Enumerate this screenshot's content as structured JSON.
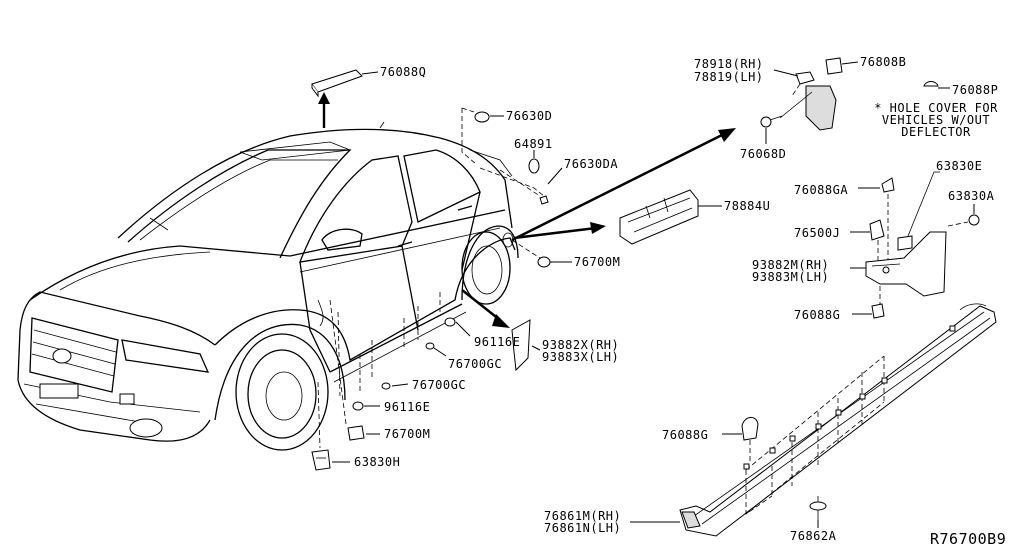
{
  "diagram_id": "R76700B9",
  "note": {
    "lines": [
      "* HOLE COVER FOR",
      "VEHICLES W/OUT",
      "DEFLECTOR"
    ]
  },
  "labels": {
    "p76088Q": "76088Q",
    "p76630D": "76630D",
    "p64891": "64891",
    "p76630DA": "76630DA",
    "p78918": "78918(RH)",
    "p78819": "78819(LH)",
    "p76808B": "76808B",
    "p76088P": "76088P",
    "p76068D": "76068D",
    "p78884U": "78884U",
    "p76700M_a": "76700M",
    "p63830E": "63830E",
    "p76088GA": "76088GA",
    "p63830A": "63830A",
    "p76500J": "76500J",
    "p93882M": "93882M(RH)",
    "p93883M": "93883M(LH)",
    "p76088G_a": "76088G",
    "p96116E_a": "96116E",
    "p76700GC_a": "76700GC",
    "p93882X": "93882X(RH)",
    "p93883X": "93883X(LH)",
    "p76700GC_b": "76700GC",
    "p96116E_b": "96116E",
    "p76700M_b": "76700M",
    "p63830H": "63830H",
    "p76088G_b": "76088G",
    "p76861M": "76861M(RH)",
    "p76861N": "76861N(LH)",
    "p76862A": "76862A"
  }
}
